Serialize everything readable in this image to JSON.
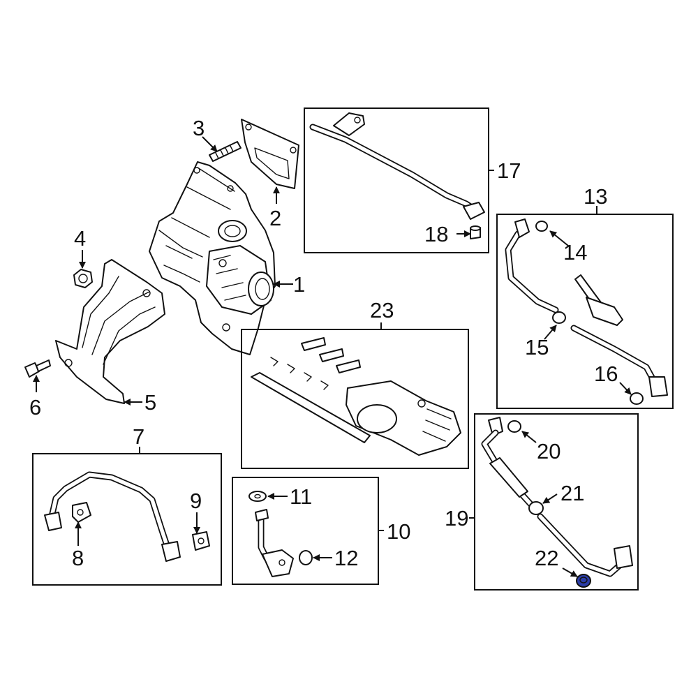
{
  "callouts": {
    "c1": "1",
    "c2": "2",
    "c3": "3",
    "c4": "4",
    "c5": "5",
    "c6": "6",
    "c7": "7",
    "c8": "8",
    "c9": "9",
    "c10": "10",
    "c11": "11",
    "c12": "12",
    "c13": "13",
    "c14": "14",
    "c15": "15",
    "c16": "16",
    "c17": "17",
    "c18": "18",
    "c19": "19",
    "c20": "20",
    "c21": "21",
    "c22": "22",
    "c23": "23"
  },
  "colors": {
    "line": "#111111",
    "background": "#ffffff",
    "highlighted_part": "#2b3da8"
  },
  "highlighted_callout": "22"
}
